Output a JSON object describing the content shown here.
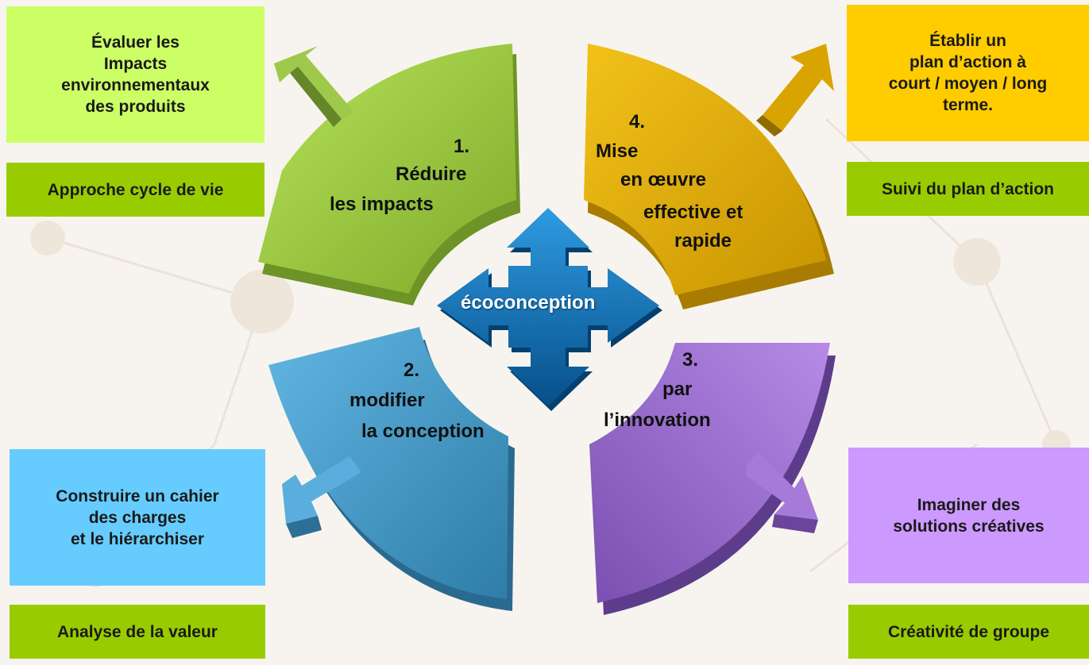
{
  "center": {
    "label": "écoconception",
    "color": "#0a6fb8"
  },
  "segments": [
    {
      "id": "s1",
      "number": "1.",
      "lines": [
        "Réduire",
        "les impacts"
      ],
      "color": "#99cc33"
    },
    {
      "id": "s2",
      "number": "2.",
      "lines": [
        "modifier",
        "la conception"
      ],
      "color": "#4fa3d1"
    },
    {
      "id": "s3",
      "number": "3.",
      "lines": [
        "par",
        "l’innovation"
      ],
      "color": "#9966cc"
    },
    {
      "id": "s4",
      "number": "4.",
      "lines": [
        "Mise",
        "en œuvre",
        "effective et",
        "rapide"
      ],
      "color": "#e0ac00"
    }
  ],
  "boxes": {
    "top_left": "Évaluer les\nImpacts\nenvironnementaux\ndes produits",
    "top_left_method": "Approche cycle de vie",
    "top_right": "Établir un\nplan d’action à\ncourt / moyen / long\nterme.",
    "top_right_method": "Suivi du plan d’action",
    "bottom_left": "Construire un cahier\ndes charges\net le hiérarchiser",
    "bottom_left_method": "Analyse de la valeur",
    "bottom_right": "Imaginer des\nsolutions créatives",
    "bottom_right_method": "Créativité de groupe"
  },
  "colors": {
    "light_green": "#ccff66",
    "green": "#99cc00",
    "orange": "#ffcc00",
    "blue": "#66ccff",
    "violet": "#cc99ff"
  }
}
